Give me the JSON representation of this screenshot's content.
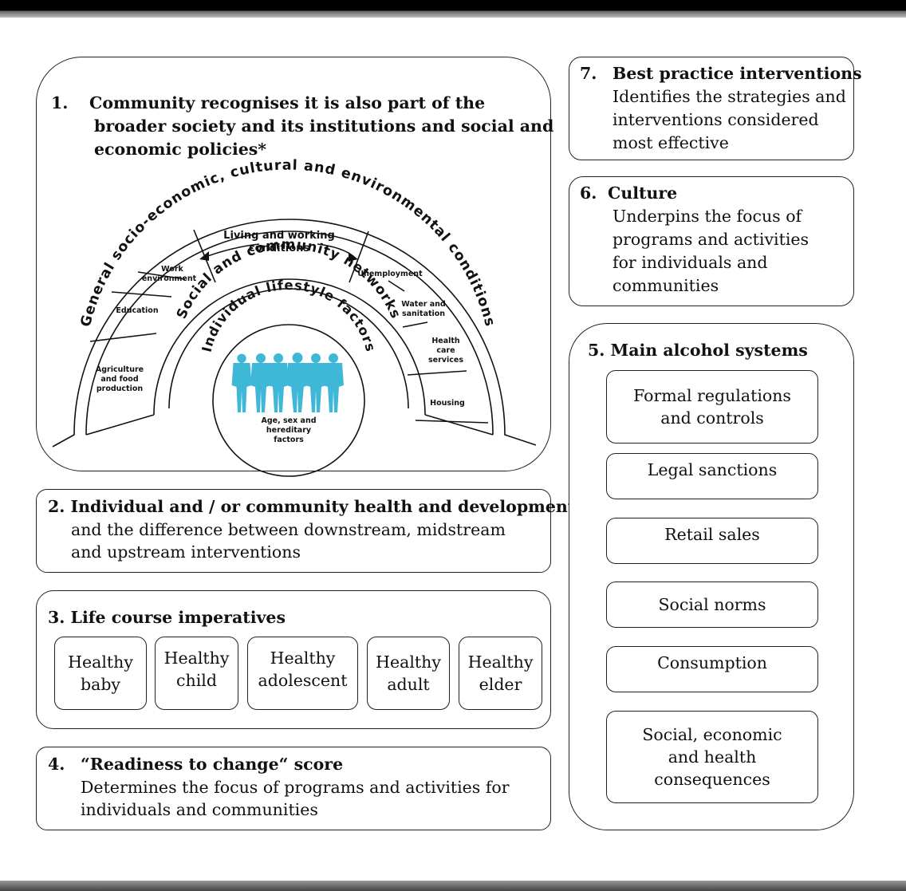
{
  "box1": {
    "number": "1.",
    "heading_line1": "Community recognises it is also part of the",
    "heading_line2": "broader society and its institutions and social and",
    "heading_line3": "economic policies*",
    "rainbow": {
      "outer_arc": "General socio-economic, cultural and environmental conditions",
      "middle_arc": "Social and community networks",
      "inner_arc": "Individual lifestyle factors",
      "living_working_line1": "Living and working",
      "living_working_line2": "conditions",
      "core_line1": "Age, sex and",
      "core_line2": "hereditary",
      "core_line3": "factors",
      "left_segments": {
        "work_env_line1": "Work",
        "work_env_line2": "environment",
        "education": "Education",
        "agri_line1": "Agriculture",
        "agri_line2": "and food",
        "agri_line3": "production"
      },
      "right_segments": {
        "unemployment": "Unemployment",
        "water_line1": "Water and",
        "water_line2": "sanitation",
        "health_line1": "Health",
        "health_line2": "care",
        "health_line3": "services",
        "housing": "Housing"
      },
      "figure_color": "#3fb8d8"
    }
  },
  "box2": {
    "heading": "2. Individual and / or community health and development",
    "line1": "and the difference between downstream,  midstream",
    "line2": "and upstream interventions"
  },
  "box3": {
    "heading": "3. Life course imperatives",
    "stages": [
      {
        "line1": "Healthy",
        "line2": "baby"
      },
      {
        "line1": "Healthy",
        "line2": "child"
      },
      {
        "line1": "Healthy",
        "line2": "adolescent"
      },
      {
        "line1": "Healthy",
        "line2": "adult"
      },
      {
        "line1": "Healthy",
        "line2": "elder"
      }
    ]
  },
  "box4": {
    "number": "4.",
    "heading": "“Readiness to change“ score",
    "line1": "Determines the focus of programs and activities for",
    "line2": "individuals and communities"
  },
  "box5": {
    "heading": "5. Main alcohol systems",
    "items": [
      {
        "line1": "Formal regulations",
        "line2": "and controls"
      },
      {
        "line1": "Legal sanctions"
      },
      {
        "line1": "Retail sales"
      },
      {
        "line1": "Social norms"
      },
      {
        "line1": "Consumption"
      },
      {
        "line1": "Social, economic",
        "line2": "and health",
        "line3": "consequences"
      }
    ]
  },
  "box6": {
    "number": "6.",
    "heading": "Culture",
    "line1": "Underpins the focus of",
    "line2": "programs and activities",
    "line3": "for individuals and",
    "line4": "communities"
  },
  "box7": {
    "number": "7.",
    "heading": "Best practice interventions",
    "line1": "Identifies the strategies and",
    "line2": "interventions considered",
    "line3": "most effective"
  }
}
